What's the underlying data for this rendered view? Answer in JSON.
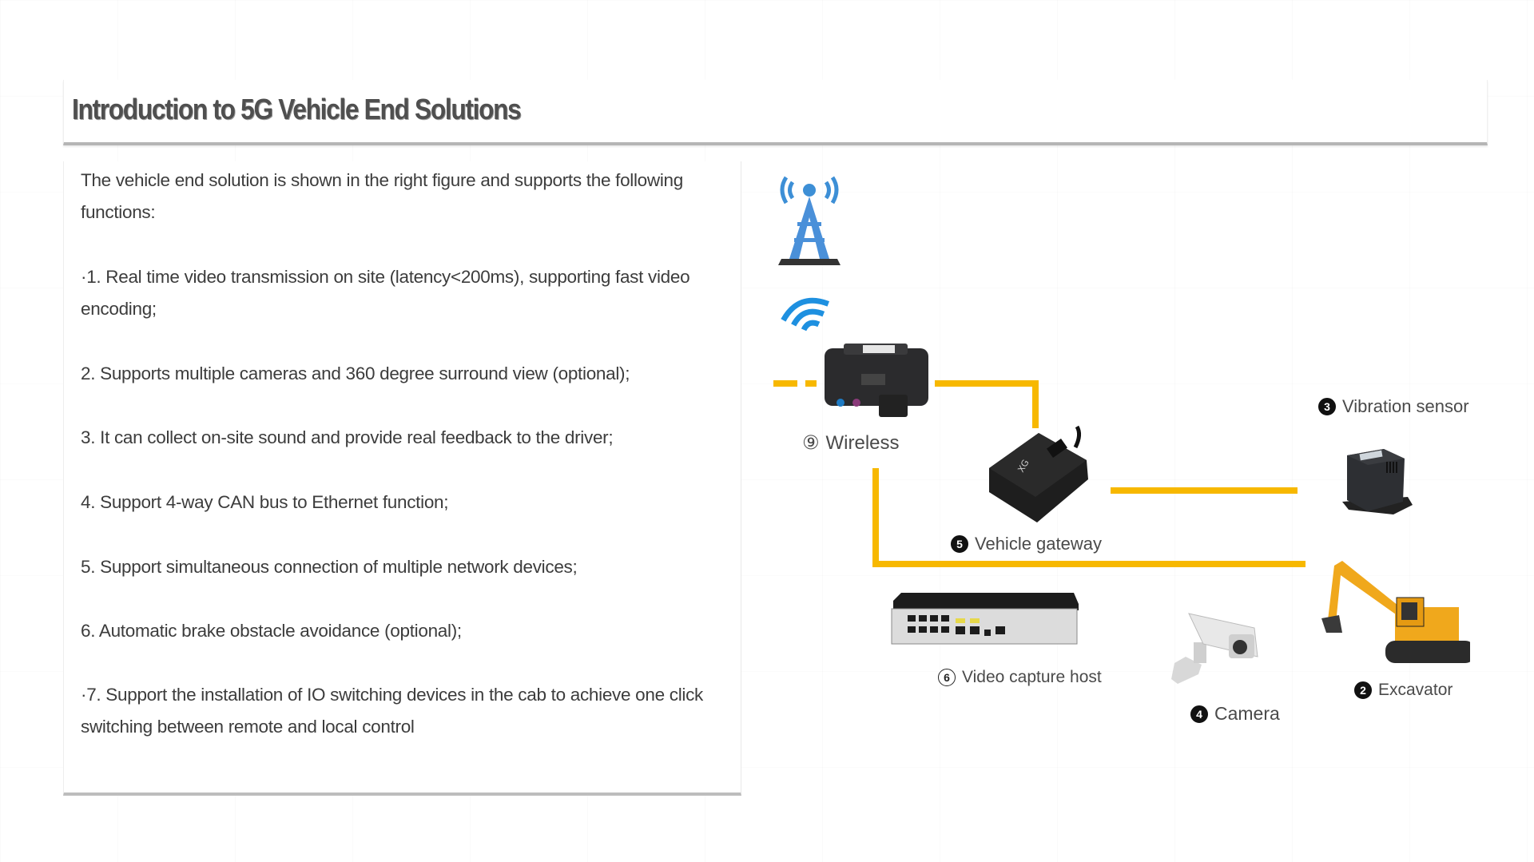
{
  "header": {
    "title": "Introduction to 5G Vehicle End Solutions"
  },
  "text_panel": {
    "intro": "The vehicle end solution is shown in the right figure and supports the following functions:",
    "items": [
      "·1. Real time video transmission on site (latency<200ms), supporting fast video encoding;",
      "2. Supports multiple cameras and 360 degree surround view (optional);",
      "3. It can collect on-site sound and provide real feedback to the driver;",
      "4. Support 4-way CAN bus to Ethernet function;",
      "5. Support simultaneous connection of multiple network devices;",
      "6. Automatic brake obstacle avoidance (optional);",
      "·7. Support the installation of IO switching devices in the cab to achieve one click switching between remote and local control"
    ]
  },
  "diagram": {
    "link_color": "#f7b800",
    "nodes": {
      "tower": {
        "icon": "cell-tower-icon"
      },
      "wifi": {
        "icon": "wifi-icon"
      },
      "wireless": {
        "num": "⑨",
        "label": "Wireless"
      },
      "gateway": {
        "num": "5",
        "label": "Vehicle gateway"
      },
      "vibration": {
        "num": "3",
        "label": "Vibration sensor"
      },
      "video_host": {
        "num": "⑥",
        "label": "Video capture host"
      },
      "camera": {
        "num": "4",
        "label": "Camera"
      },
      "excavator": {
        "num": "2",
        "label": "Excavator"
      }
    }
  }
}
